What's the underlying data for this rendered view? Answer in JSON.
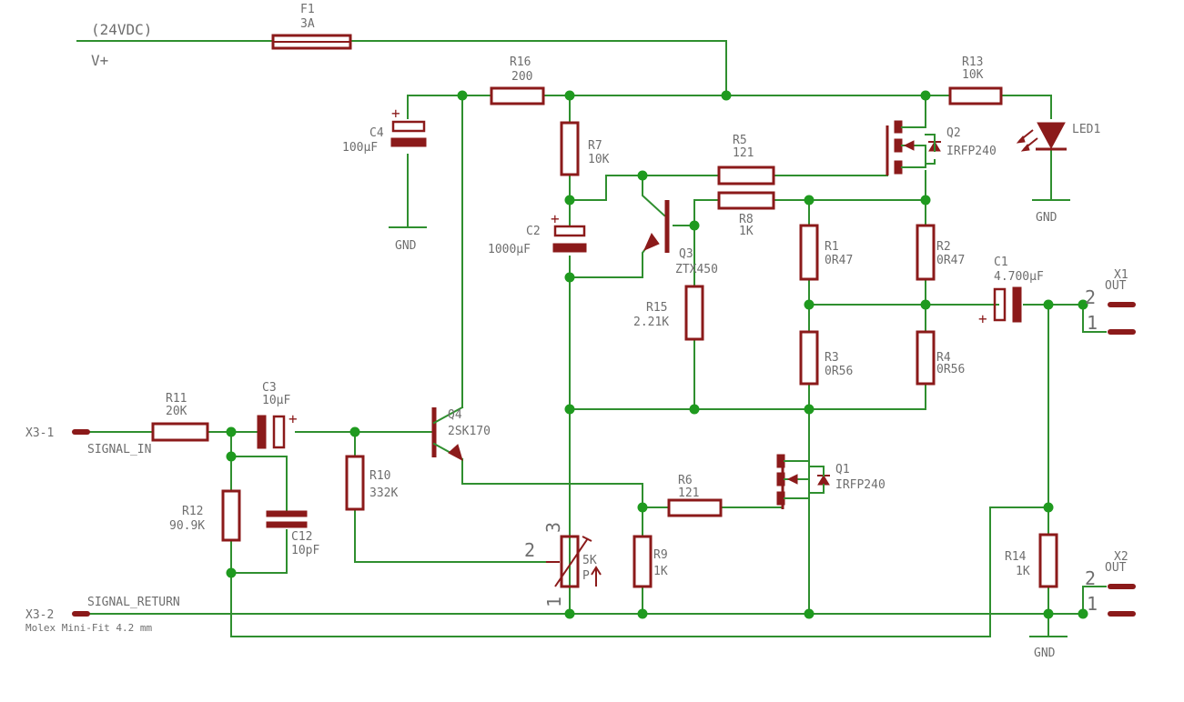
{
  "supply": {
    "voltage": "(24VDC)",
    "rail": "V+"
  },
  "fuse": {
    "ref": "F1",
    "value": "3A"
  },
  "resistors": {
    "R1": "0R47",
    "R2": "0R47",
    "R3": "0R56",
    "R4": "0R56",
    "R5": "121",
    "R6": "121",
    "R7": "10K",
    "R8": "1K",
    "R9": "1K",
    "R10": "332K",
    "R11": "20K",
    "R12": "90.9K",
    "R13": "10K",
    "R14": "1K",
    "R15": "2.21K",
    "R16": "200"
  },
  "capacitors": {
    "C1": "4.700µF",
    "C2": "1000µF",
    "C3": "10µF",
    "C4": "100µF",
    "C12": "10pF"
  },
  "transistors": {
    "Q1": "IRFP240",
    "Q2": "IRFP240",
    "Q3": "ZTX450",
    "Q4": "2SK170"
  },
  "led": {
    "ref": "LED1"
  },
  "pot": {
    "ref": "5K",
    "type": "P",
    "pins": [
      "1",
      "2",
      "3"
    ]
  },
  "ground": {
    "label": "GND"
  },
  "connectors": {
    "x3_1": "X3-1",
    "x3_2": "X3-2",
    "signal_in": "SIGNAL_IN",
    "signal_return": "SIGNAL_RETURN",
    "molex": "Molex Mini-Fit 4.2 mm",
    "x1": "X1",
    "x2": "X2",
    "out": "OUT",
    "pin1": "1",
    "pin2": "2"
  },
  "colors": {
    "wire": "#2f8f2f",
    "part": "#8b1a1a",
    "junction": "#1f9a1f",
    "text": "#6e6e6e"
  }
}
